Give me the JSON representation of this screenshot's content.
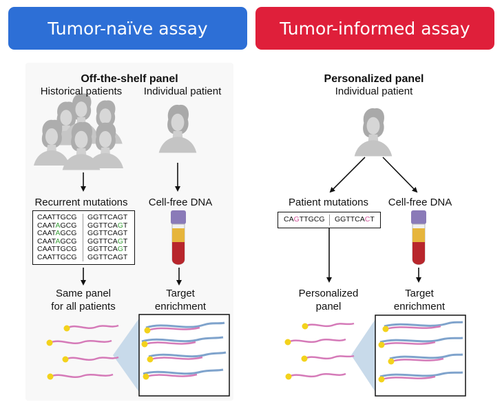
{
  "headers": {
    "left": "Tumor-naïve assay",
    "right": "Tumor-informed assay",
    "left_color": "#2d6fd6",
    "right_color": "#df1f3a"
  },
  "left": {
    "title": "Off-the-shelf panel",
    "historical": "Historical patients",
    "individual": "Individual patient",
    "recurrent": "Recurrent mutations",
    "cfdna": "Cell-free DNA",
    "same_panel_1": "Same panel",
    "same_panel_2": "for all patients",
    "target_1": "Target",
    "target_2": "enrichment",
    "seq_left": [
      [
        "CAAT",
        "T",
        "GCG"
      ],
      [
        "CAAT",
        "A",
        "GCG"
      ],
      [
        "CAAT",
        "A",
        "GCG"
      ],
      [
        "CAAT",
        "A",
        "GCG"
      ],
      [
        "CAAT",
        "T",
        "GCG"
      ],
      [
        "CAAT",
        "T",
        "GCG"
      ]
    ],
    "seq_right": [
      [
        "GGTTCA",
        "G",
        "T"
      ],
      [
        "GGTTCA",
        "G",
        "T"
      ],
      [
        "GGTTCA",
        "G",
        "T"
      ],
      [
        "GGTTCA",
        "G",
        "T"
      ],
      [
        "GGTTCA",
        "G",
        "T"
      ],
      [
        "GGTTCA",
        "G",
        "T"
      ]
    ],
    "seq_left_highlight": [
      false,
      true,
      true,
      true,
      false,
      false
    ],
    "seq_right_highlight": [
      false,
      true,
      false,
      true,
      true,
      false
    ]
  },
  "right": {
    "title": "Personalized panel",
    "individual": "Individual patient",
    "patient_mut": "Patient mutations",
    "cfdna": "Cell-free DNA",
    "panel_1": "Personalized",
    "panel_2": "panel",
    "target_1": "Target",
    "target_2": "enrichment",
    "seq_left": [
      "CA",
      "G",
      "TTGCG"
    ],
    "seq_right": [
      "GGTTCA",
      "C",
      "T"
    ]
  },
  "colors": {
    "mutation_green": "#3aa03a",
    "mutation_pink": "#d0509a",
    "probe_pink": "#d57ab8",
    "probe_head": "#f3d21c",
    "dna_blue": "#7fa3cc",
    "zoom_fill": "#c8daea"
  }
}
